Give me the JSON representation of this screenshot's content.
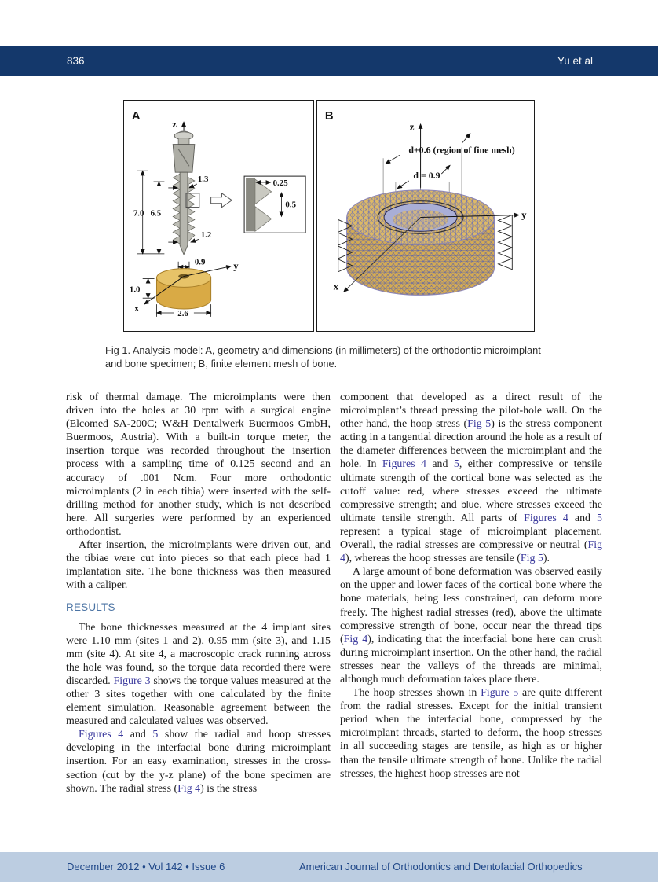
{
  "header": {
    "page_number": "836",
    "running_head": "Yu et al"
  },
  "figure": {
    "caption": {
      "lead": "Fig 1.",
      "text": " Analysis model: A, geometry and dimensions (in millimeters) of the orthodontic microimplant and bone specimen; B, finite element mesh of bone."
    },
    "panel_a": {
      "label": "A",
      "axes": {
        "z": "z",
        "y": "y",
        "x": "x"
      },
      "dimensions": {
        "thread_outer": "1.3",
        "implant_length": "7.0",
        "thread_length": "6.5",
        "shaft_lower": "1.2",
        "hole_diameter": "0.9",
        "bone_thickness": "1.0",
        "bone_diameter": "2.6",
        "thread_width": "0.25",
        "thread_pitch": "0.5"
      }
    },
    "panel_b": {
      "label": "B",
      "axes": {
        "z": "z",
        "y": "y",
        "x": "x"
      },
      "fine_mesh_label": "d+0.6 (region of fine mesh)",
      "hole_label": "d = 0.9"
    }
  },
  "columns": {
    "left": [
      {
        "type": "paragraph",
        "indent": false,
        "segments": [
          {
            "text": "risk of thermal damage. The microimplants were then driven into the holes at 30 rpm with a surgical engine (Elcomed SA-200C; W&H Dentalwerk Buermoos GmbH, Buermoos, Austria). With a built-in torque meter, the insertion torque was recorded throughout the insertion process with a sampling time of 0.125 second and an accuracy of .001 Ncm. Four more orthodontic microimplants (2 in each tibia) were inserted with the self-drilling method for another study, which is not described here. All surgeries were performed by an experienced orthodontist."
          }
        ]
      },
      {
        "type": "paragraph",
        "indent": true,
        "segments": [
          {
            "text": "After insertion, the microimplants were driven out, and the tibiae were cut into pieces so that each piece had 1 implantation site. The bone thickness was then measured with a caliper."
          }
        ]
      },
      {
        "type": "heading",
        "text": "RESULTS"
      },
      {
        "type": "paragraph",
        "indent": true,
        "segments": [
          {
            "text": "The bone thicknesses measured at the 4 implant sites were 1.10 mm (sites 1 and 2), 0.95 mm (site 3), and 1.15 mm (site 4). At site 4, a macroscopic crack running across the hole was found, so the torque data recorded there were discarded. "
          },
          {
            "text": "Figure 3",
            "style": "fig-link"
          },
          {
            "text": " shows the torque values measured at the other 3 sites together with one calculated by the finite element simulation. Reasonable agreement between the measured and calculated values was observed."
          }
        ]
      },
      {
        "type": "paragraph",
        "indent": true,
        "segments": [
          {
            "text": "Figures 4",
            "style": "fig-link"
          },
          {
            "text": " and "
          },
          {
            "text": "5",
            "style": "fig-link"
          },
          {
            "text": " show the radial and hoop stresses developing in the interfacial bone during microimplant insertion. For an easy examination, stresses in the cross-section (cut by the y-z plane) of the bone specimen are shown. The radial stress ("
          },
          {
            "text": "Fig 4",
            "style": "fig-link"
          },
          {
            "text": ") is the stress"
          }
        ]
      }
    ],
    "right": [
      {
        "type": "paragraph",
        "indent": false,
        "segments": [
          {
            "text": "component that developed as a direct result of the microimplant’s thread pressing the pilot-hole wall. On the other hand, the hoop stress ("
          },
          {
            "text": "Fig 5",
            "style": "fig-link"
          },
          {
            "text": ") is the stress component acting in a tangential direction around the hole as a result of the diameter differences between the microimplant and the hole. In "
          },
          {
            "text": "Figures 4",
            "style": "fig-link"
          },
          {
            "text": " and "
          },
          {
            "text": "5",
            "style": "fig-link"
          },
          {
            "text": ", either compressive or tensile ultimate strength of the cortical bone was selected as the cutoff value: "
          },
          {
            "text": "red",
            "style": "sans-word"
          },
          {
            "text": ", where stresses exceed the ultimate compressive strength; and "
          },
          {
            "text": "blue",
            "style": "sans-word"
          },
          {
            "text": ", where stresses exceed the ultimate tensile strength. All parts of "
          },
          {
            "text": "Figures 4",
            "style": "fig-link"
          },
          {
            "text": " and "
          },
          {
            "text": "5",
            "style": "fig-link"
          },
          {
            "text": " represent a typical stage of microimplant placement. Overall, the radial stresses are compressive or neutral ("
          },
          {
            "text": "Fig 4",
            "style": "fig-link"
          },
          {
            "text": "), whereas the hoop stresses are tensile ("
          },
          {
            "text": "Fig 5",
            "style": "fig-link"
          },
          {
            "text": ")."
          }
        ]
      },
      {
        "type": "paragraph",
        "indent": true,
        "segments": [
          {
            "text": "A large amount of bone deformation was observed easily on the upper and lower faces of the cortical bone where the bone materials, being less constrained, can deform more freely. The highest radial stresses ("
          },
          {
            "text": "red",
            "style": "sans-word"
          },
          {
            "text": "), above the ultimate compressive strength of bone, occur near the thread tips ("
          },
          {
            "text": "Fig 4",
            "style": "fig-link"
          },
          {
            "text": "), indicating that the interfacial bone here can crush during microimplant insertion. On the other hand, the radial stresses near the valleys of the threads are minimal, although much deformation takes place there."
          }
        ]
      },
      {
        "type": "paragraph",
        "indent": true,
        "segments": [
          {
            "text": "The hoop stresses shown in "
          },
          {
            "text": "Figure 5",
            "style": "fig-link"
          },
          {
            "text": " are quite different from the radial stresses. Except for the initial transient period when the interfacial bone, compressed by the microimplant threads, started to deform, the hoop stresses in all succeeding stages are tensile, as high as or higher than the tensile ultimate strength of bone. Unlike the radial stresses, the highest hoop stresses are not"
          }
        ]
      }
    ]
  },
  "footer": {
    "issue_info": "December 2012 • Vol 142 • Issue 6",
    "journal_name": "American Journal of Orthodontics and Dentofacial Orthopedics"
  },
  "colors": {
    "header_navy": "#14386b",
    "footer_band": "#bccde1",
    "footer_text": "#1f4788",
    "link_blue": "#3b3a9d",
    "heading_blue": "#4c74a4",
    "bone_gold": "#e7c368",
    "mesh_tan": "#ddb967",
    "mesh_blue": "#6a6fb5"
  }
}
